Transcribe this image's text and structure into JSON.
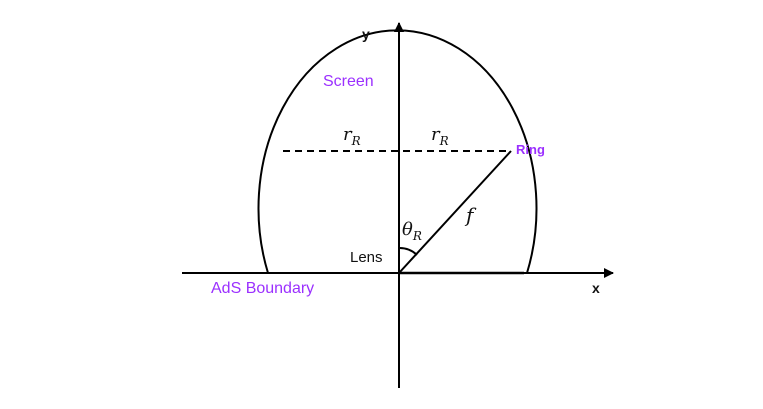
{
  "labels": {
    "y_axis": "y",
    "x_axis": "x",
    "screen": "Screen",
    "ring": "Ring",
    "lens": "Lens",
    "ads_boundary": "AdS Boundary",
    "r_left": {
      "base": "r",
      "sub": "R"
    },
    "r_right": {
      "base": "r",
      "sub": "R"
    },
    "theta": {
      "base": "θ",
      "sub": "R"
    },
    "focal": "f"
  },
  "colors": {
    "accent_purple": "#9b30ff",
    "line": "#000000",
    "text": "#111111"
  }
}
